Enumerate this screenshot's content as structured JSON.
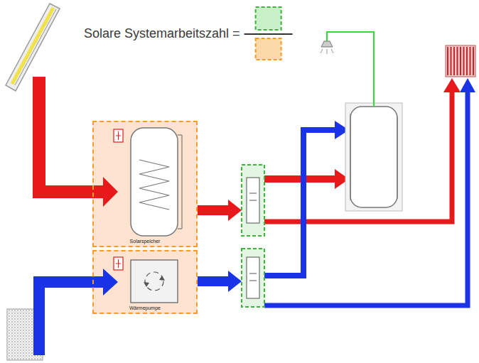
{
  "diagram": {
    "nodes": [
      {
        "text": [
          "Solarspeicher"
        ]
      },
      {
        "text": [
          "Wärmepumpe"
        ]
      }
    ],
    "labels": [
      "Solare Systemarbeitszahl ="
    ]
  }
}
